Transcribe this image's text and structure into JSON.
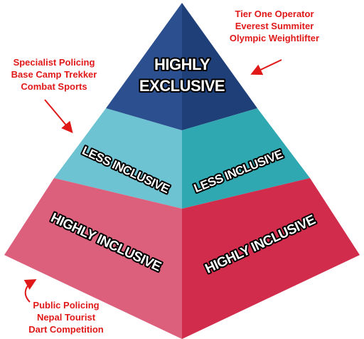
{
  "colors": {
    "top_left": "#2b4f8f",
    "top_right": "#1f3f79",
    "mid_left": "#6ec3d2",
    "mid_right": "#2fa8b1",
    "bottom_left": "#dc5f7c",
    "bottom_right": "#d12c4c",
    "annotation_text": "#e01818",
    "arrow": "#e01818"
  },
  "pyramid": {
    "top": {
      "line1": "HIGHLY",
      "line2": "EXCLUSIVE"
    },
    "middle": {
      "left": "LESS INCLUSIVE",
      "right": "LESS INCLUSIVE"
    },
    "bottom": {
      "left": "HIGHLY INCLUSIVE",
      "right": "HIGHLY INCLUSIVE"
    }
  },
  "annotations": {
    "top": [
      "Tier One Operator",
      "Everest Summiter",
      "Olympic Weightlifter"
    ],
    "middle": [
      "Specialist Policing",
      "Base Camp Trekker",
      "Combat Sports"
    ],
    "bottom": [
      "Public Policing",
      "Nepal Tourist",
      "Dart Competition"
    ]
  }
}
